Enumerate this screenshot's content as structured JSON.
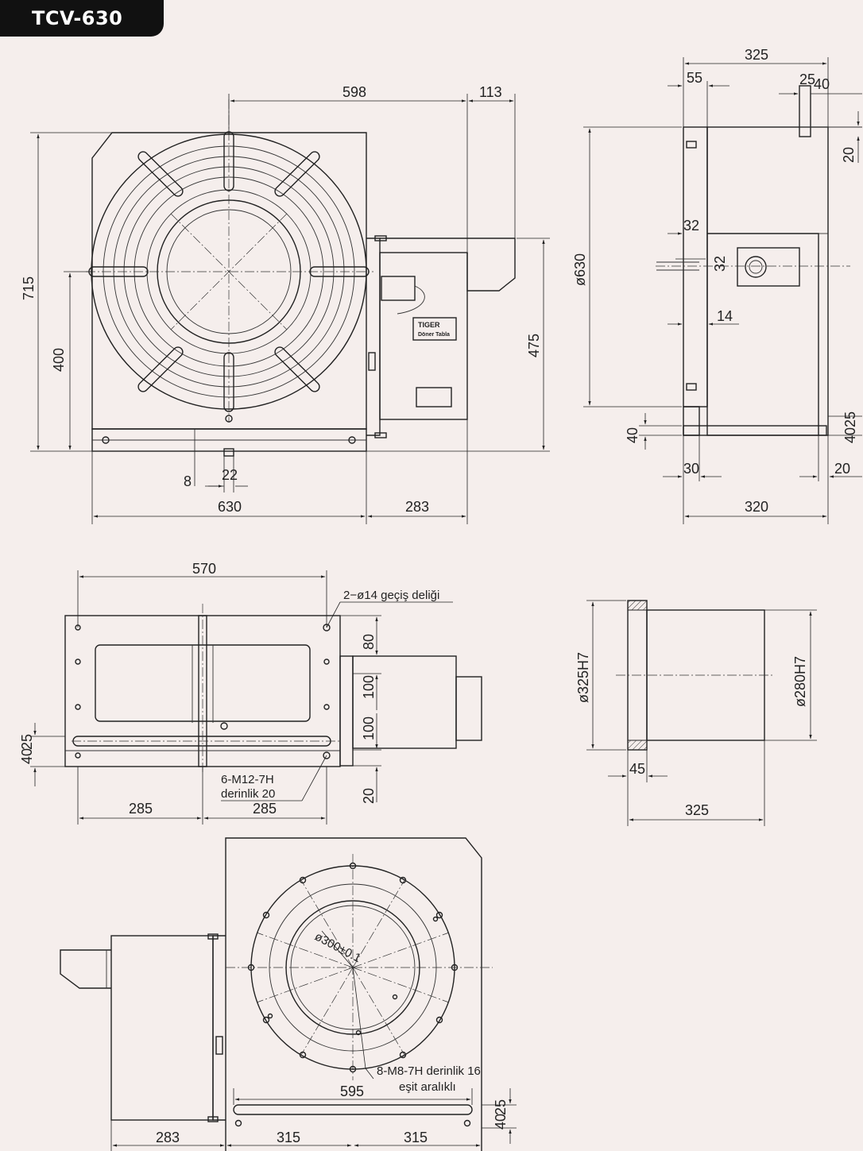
{
  "model": "TCV-630",
  "brand": {
    "name": "TIGER",
    "subtitle": "Döner Tabla"
  },
  "front_view": {
    "dims": {
      "width_top": "598",
      "offset_top": "113",
      "height_total": "715",
      "height_center": "400",
      "height_housing": "475",
      "slot_offset": "8",
      "slot_width": "22",
      "base_width": "630",
      "housing_width": "283"
    }
  },
  "side_view": {
    "dims": {
      "width_total": "325",
      "offset_55": "55",
      "flange_25": "25",
      "flange_40": "40",
      "top_20": "20",
      "diameter": "ø630",
      "d32_a": "32",
      "d32_b": "32",
      "d14": "14",
      "base_40": "40",
      "base_r_40": "40",
      "base_r_25": "25",
      "bot_30": "30",
      "bot_20": "20",
      "base_320": "320"
    }
  },
  "top_view": {
    "dims": {
      "width_570": "570",
      "d80": "80",
      "d100_a": "100",
      "d100_b": "100",
      "d20": "20",
      "left_40": "40",
      "left_25": "25",
      "b285_a": "285",
      "b285_b": "285"
    },
    "notes": {
      "holes": "2−ø14 geçiş deliği",
      "tapped_1": "6-M12-7H",
      "tapped_2": "derinlik 20"
    }
  },
  "spigot_view": {
    "dims": {
      "d325": "ø325H7",
      "d280": "ø280H7",
      "w45": "45",
      "w325": "325"
    }
  },
  "bottom_view": {
    "dims": {
      "d300": "ø300±0.1",
      "w595": "595",
      "b283": "283",
      "b315_a": "315",
      "b315_b": "315",
      "r40": "40",
      "r25": "25"
    },
    "notes": {
      "tapped_1": "8-M8-7H derinlik 16",
      "tapped_2": "eşit aralıklı"
    }
  }
}
